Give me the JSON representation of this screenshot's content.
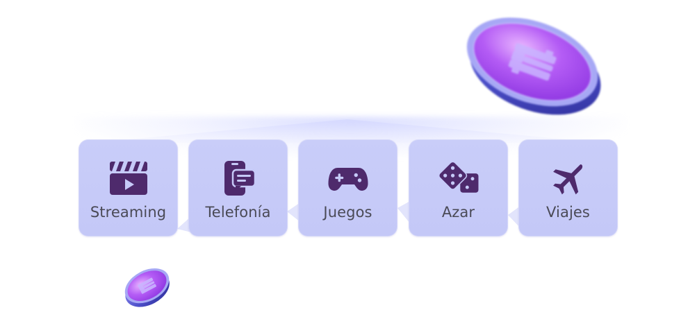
{
  "categories": [
    {
      "label": "Streaming",
      "icon": "clapperboard-icon"
    },
    {
      "label": "Telefonía",
      "icon": "phone-chat-icon"
    },
    {
      "label": "Juegos",
      "icon": "gamepad-icon"
    },
    {
      "label": "Azar",
      "icon": "dice-icon"
    },
    {
      "label": "Viajes",
      "icon": "airplane-icon"
    }
  ],
  "colors": {
    "tile": "#c6caf8",
    "icon": "#4e2a6c",
    "label": "#4a4a56",
    "coin_face": "#a855f7",
    "coin_rim": "#4f5bd5"
  }
}
